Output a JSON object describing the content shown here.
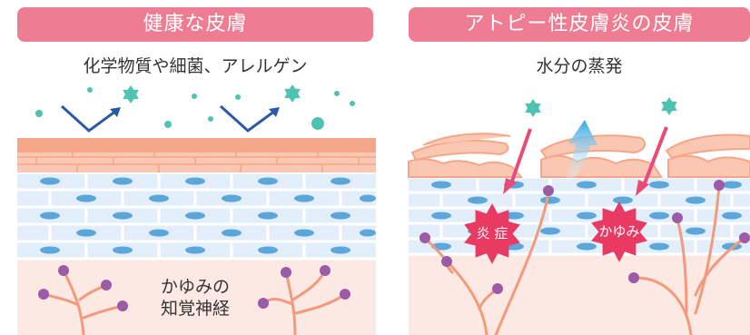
{
  "healthy": {
    "title": "健康な皮膚",
    "allergen_label": "化学物質や細菌、アレルゲン",
    "nerve_label_line1": "かゆみの",
    "nerve_label_line2": "知覚神経"
  },
  "atopic": {
    "title": "アトピー性皮膚炎の皮膚",
    "evaporation_label": "水分の蒸発",
    "inflammation_label": "炎 症",
    "itch_label": "かゆみ"
  },
  "colors": {
    "title_bg": "#ee7d93",
    "stratum_corneum": "#f4a689",
    "cell_layer": "#e2eefa",
    "cell_nucleus": "#5ca6d9",
    "dermis": "#fde9e3",
    "nerve": "#f29a7c",
    "nerve_end": "#9b5ba7",
    "allergen": "#4fc3b2",
    "arrow_in": "#e84b77",
    "starburst": "#e83a63"
  }
}
